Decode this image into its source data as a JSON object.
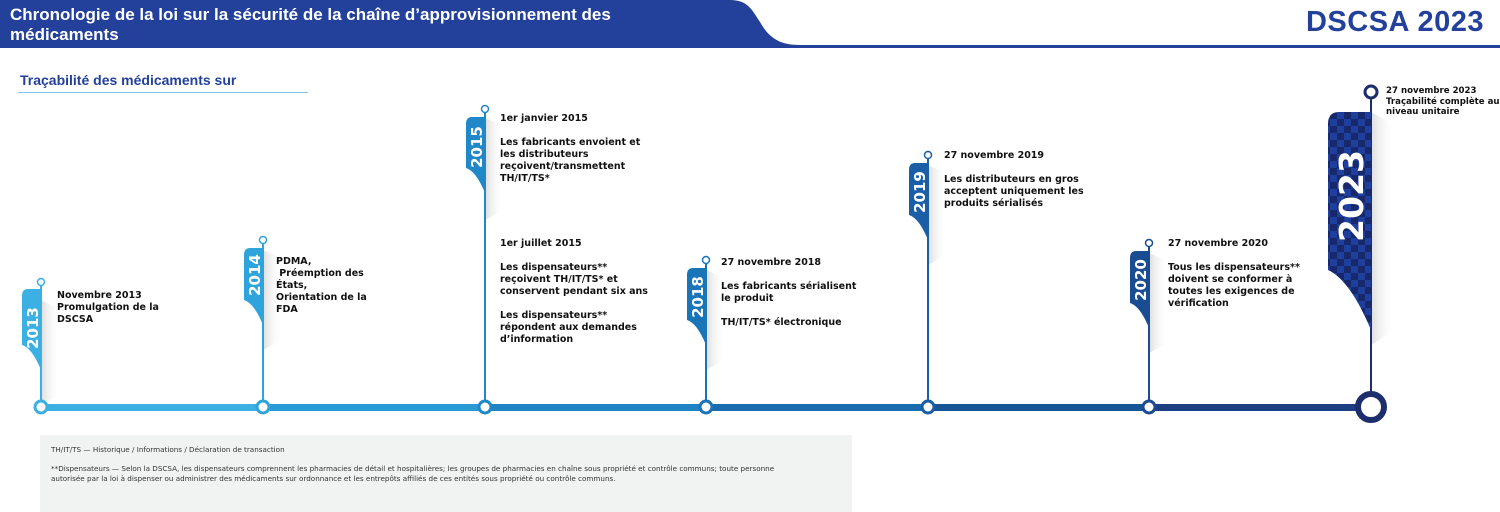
{
  "header": {
    "title": "Chronologie de la loi sur la sécurité de la chaîne d’approvisionnement des médicaments",
    "brand": "DSCSA 2023",
    "band_color": "#23409a"
  },
  "subtitle": "Traçabilité des médicaments sur",
  "timeline": {
    "line_colors": [
      "#3db0e3",
      "#2a9ad6",
      "#1f83c4",
      "#1a6cb0",
      "#175597",
      "#1c3f82"
    ],
    "milestones": [
      {
        "year": "2013",
        "flag_color": "#3db0e3",
        "texts": [
          [
            "Novembre 2013",
            "Promulgation de la",
            "DSCSA"
          ]
        ]
      },
      {
        "year": "2014",
        "flag_color": "#2fa4dc",
        "texts": [
          [
            "PDMA,",
            " Préemption des",
            "États,",
            "Orientation de la",
            "FDA"
          ]
        ]
      },
      {
        "year": "2015",
        "flag_color": "#2088c9",
        "entries": [
          {
            "date": "1er janvier 2015",
            "lines": [
              "Les fabricants envoient et",
              "les distributeurs",
              "reçoivent/transmettent",
              "TH/IT/TS*"
            ]
          },
          {
            "date": "1er juillet 2015",
            "lines": [
              "Les dispensateurs**",
              "reçoivent TH/IT/TS* et",
              "conservent pendant six ans"
            ],
            "lines2": [
              "Les dispensateurs**",
              "répondent aux demandes",
              "d’information"
            ]
          }
        ]
      },
      {
        "year": "2018",
        "flag_color": "#1a74b8",
        "date": "27 novembre 2018",
        "lines": [
          "Les fabricants sérialisent",
          "le produit"
        ],
        "lines2": [
          "TH/IT/TS* électronique"
        ]
      },
      {
        "year": "2019",
        "flag_color": "#1a5fa5",
        "date": "27 novembre 2019",
        "lines": [
          "Les distributeurs en gros",
          "acceptent uniquement les",
          "produits sérialisés"
        ]
      },
      {
        "year": "2020",
        "flag_color": "#1a4c92",
        "date": "27 novembre 2020",
        "lines": [
          "Tous les dispensateurs**",
          "doivent se conformer à",
          "toutes les exigences de",
          "vérification"
        ]
      },
      {
        "year": "2023",
        "flag_color": "#1d3a8a",
        "date": "27 novembre 2023",
        "lines": [
          "Traçabilité complète au",
          "niveau unitaire"
        ]
      }
    ]
  },
  "footnotes": {
    "abbrev": "TH/IT/TS — Historique / Informations / Déclaration de transaction",
    "dispensers_line1": "**Dispensateurs — Selon la DSCSA, les dispensateurs comprennent les pharmacies de détail et hospitalières; les groupes de pharmacies en chaîne sous propriété et contrôle communs; toute personne",
    "dispensers_line2": "autorisée par la loi à dispenser ou administrer des médicaments sur ordonnance et les entrepôts affiliés de ces entités sous propriété ou contrôle communs."
  }
}
